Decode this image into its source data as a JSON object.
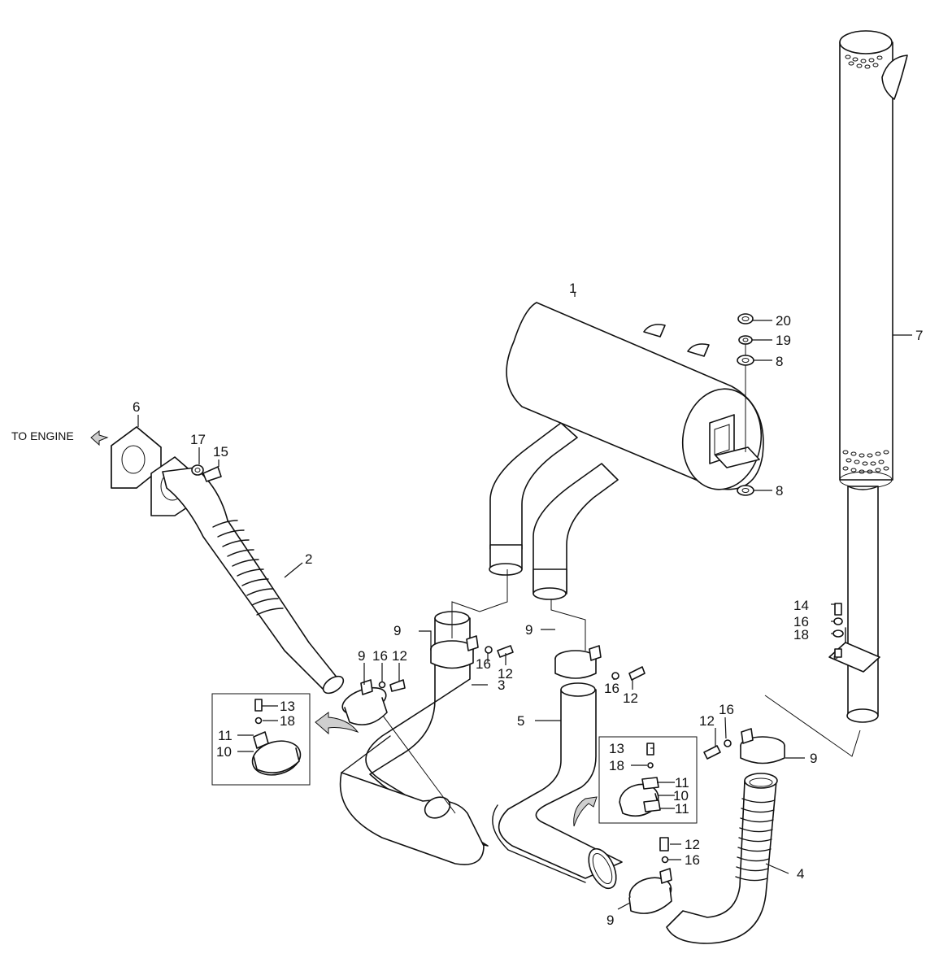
{
  "callouts": {
    "c1": "1",
    "c2": "2",
    "c3": "3",
    "c4": "4",
    "c5": "5",
    "c6": "6",
    "c7": "7",
    "c8a": "8",
    "c8b": "8",
    "c9a": "9",
    "c9b": "9",
    "c9c": "9",
    "c9d": "9",
    "c9e": "9",
    "c10a": "10",
    "c10b": "10",
    "c11a": "11",
    "c11b": "11",
    "c11c": "11",
    "c12a": "12",
    "c12b": "12",
    "c12c": "12",
    "c12d": "12",
    "c12e": "12",
    "c13a": "13",
    "c13b": "13",
    "c14": "14",
    "c15": "15",
    "c16a": "16",
    "c16b": "16",
    "c16c": "16",
    "c16d": "16",
    "c16e": "16",
    "c16f": "16",
    "c17": "17",
    "c18a": "18",
    "c18b": "18",
    "c18c": "18",
    "c19": "19",
    "c20": "20"
  },
  "annotations": {
    "to_engine": "TO ENGINE"
  }
}
